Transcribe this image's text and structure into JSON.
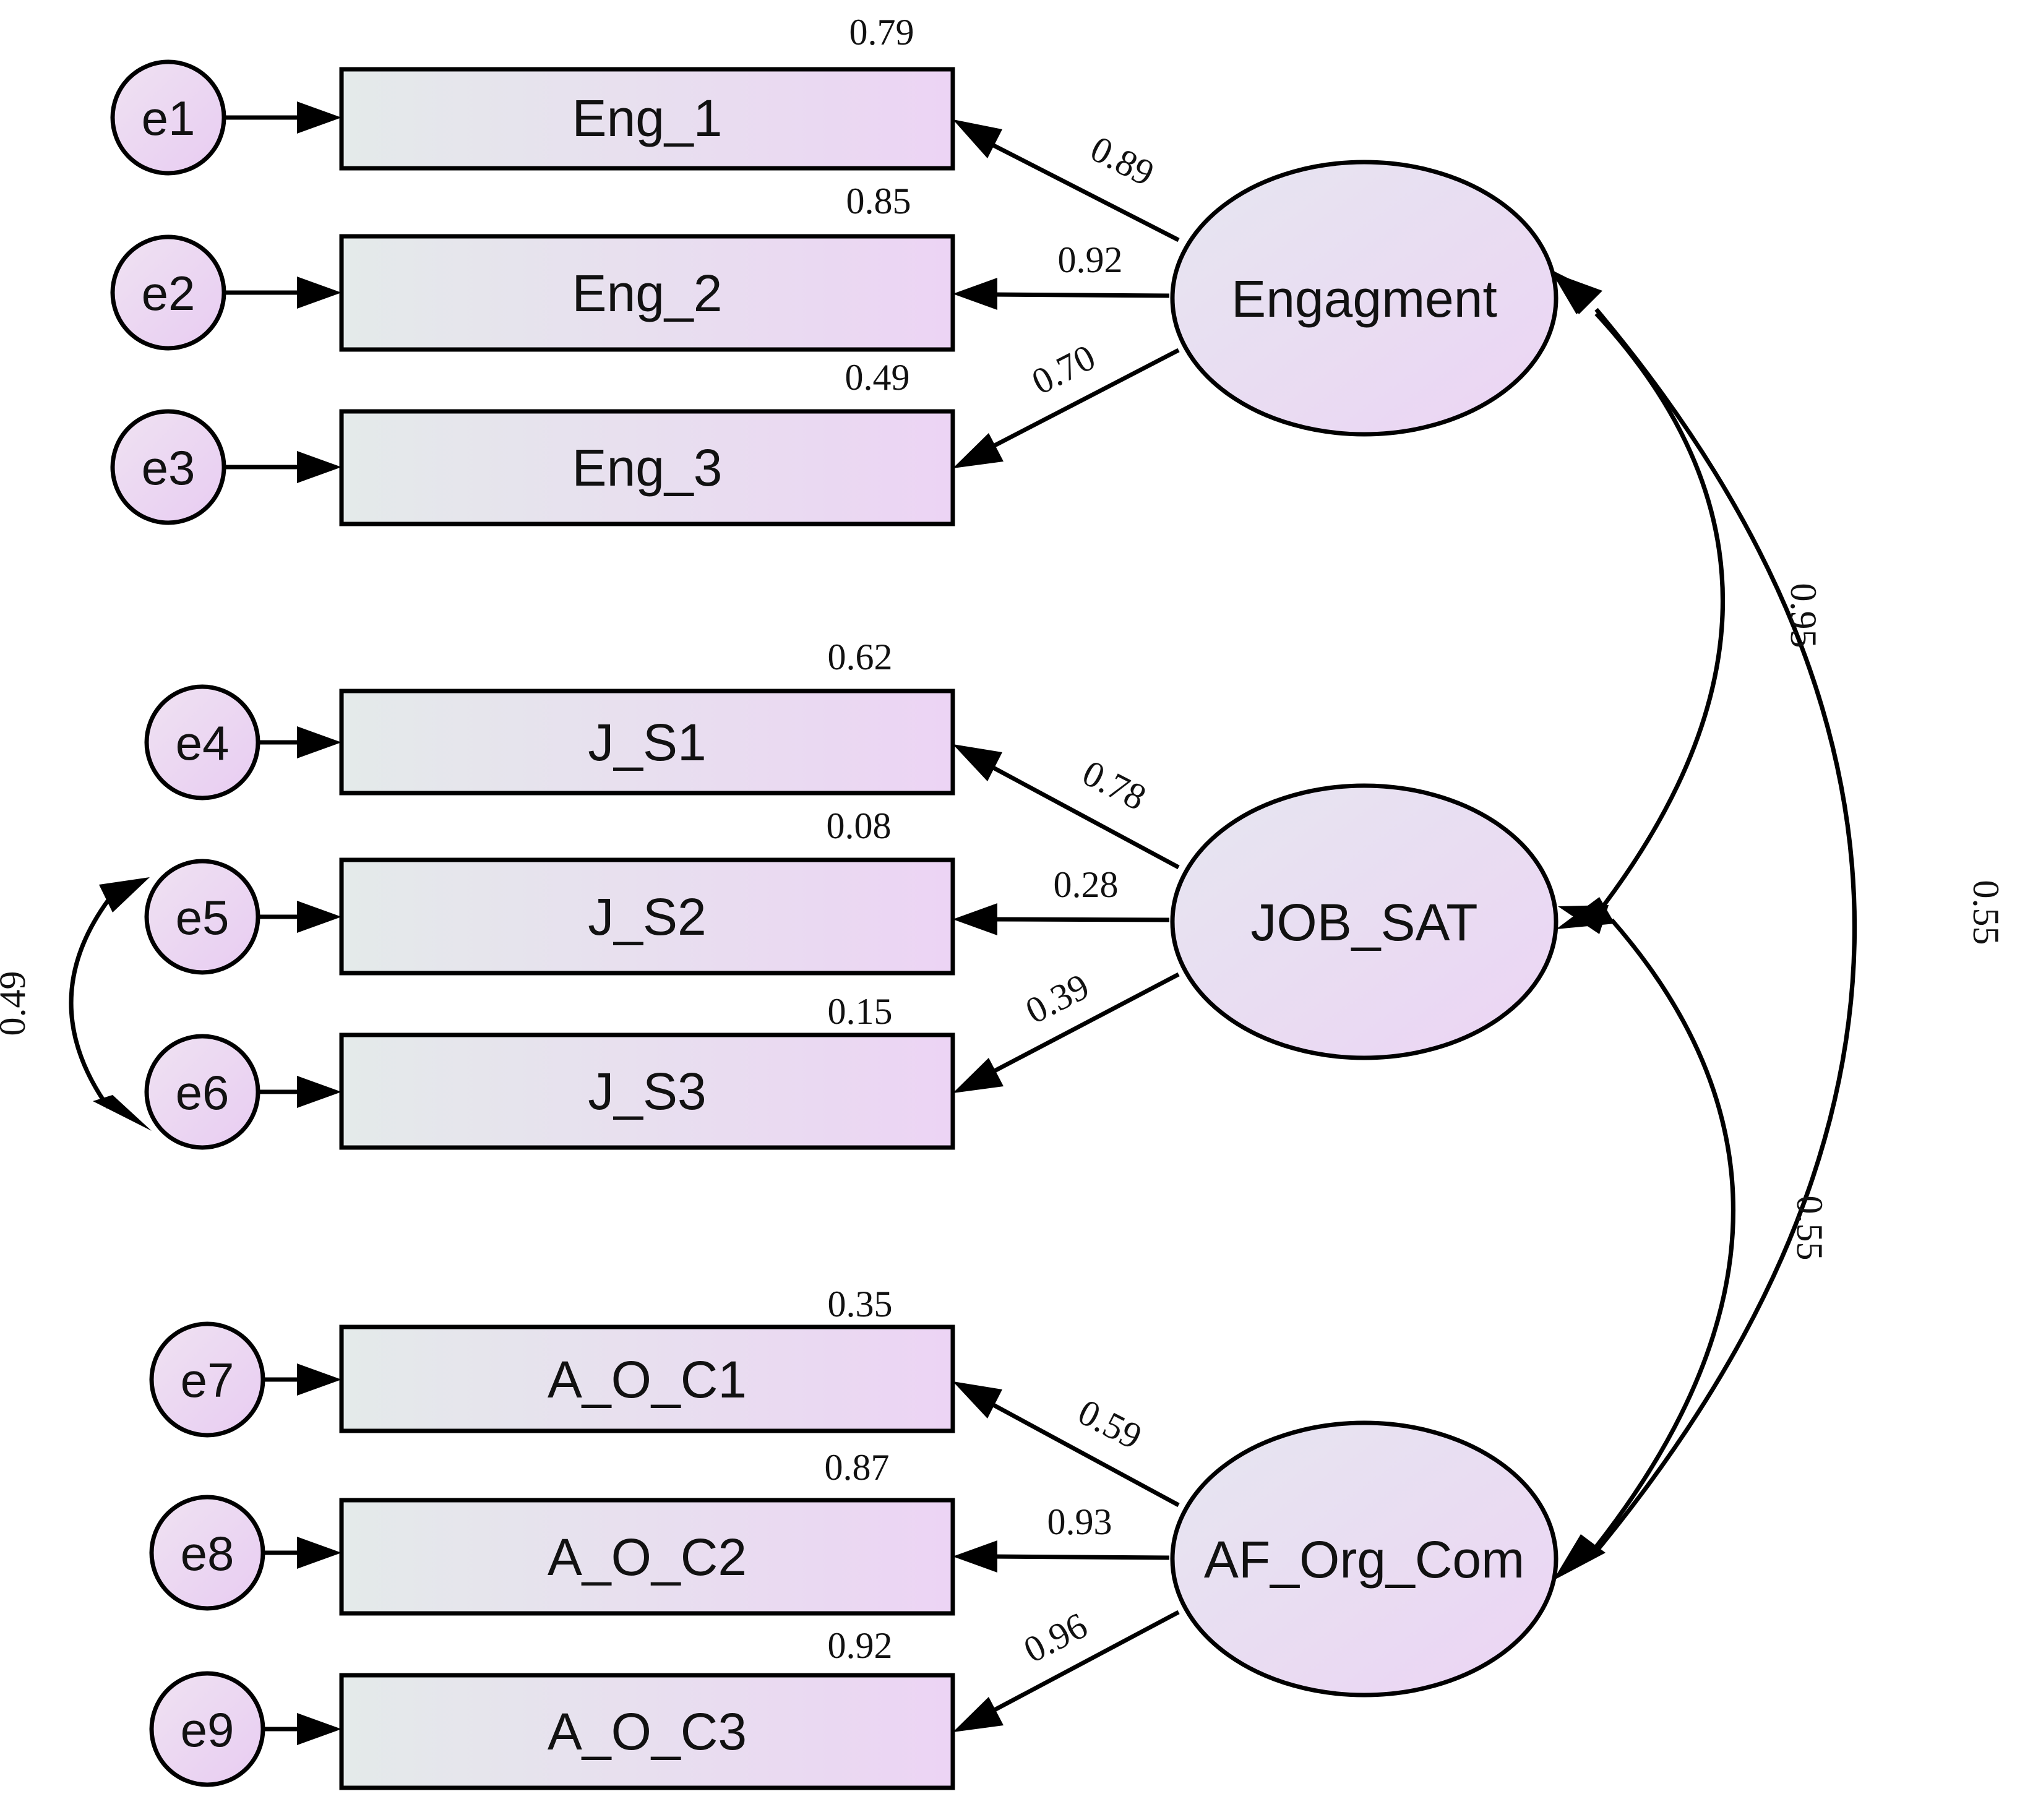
{
  "diagram": {
    "errors": [
      {
        "id": "e1",
        "label": "e1"
      },
      {
        "id": "e2",
        "label": "e2"
      },
      {
        "id": "e3",
        "label": "e3"
      },
      {
        "id": "e4",
        "label": "e4"
      },
      {
        "id": "e5",
        "label": "e5"
      },
      {
        "id": "e6",
        "label": "e6"
      },
      {
        "id": "e7",
        "label": "e7"
      },
      {
        "id": "e8",
        "label": "e8"
      },
      {
        "id": "e9",
        "label": "e9"
      }
    ],
    "indicators": [
      {
        "id": "eng1",
        "label": "Eng_1",
        "r2": "0.79"
      },
      {
        "id": "eng2",
        "label": "Eng_2",
        "r2": "0.85"
      },
      {
        "id": "eng3",
        "label": "Eng_3",
        "r2": "0.49"
      },
      {
        "id": "js1",
        "label": "J_S1",
        "r2": "0.62"
      },
      {
        "id": "js2",
        "label": "J_S2",
        "r2": "0.08"
      },
      {
        "id": "js3",
        "label": "J_S3",
        "r2": "0.15"
      },
      {
        "id": "aoc1",
        "label": "A_O_C1",
        "r2": "0.35"
      },
      {
        "id": "aoc2",
        "label": "A_O_C2",
        "r2": "0.87"
      },
      {
        "id": "aoc3",
        "label": "A_O_C3",
        "r2": "0.92"
      }
    ],
    "latents": [
      {
        "id": "eng",
        "label": "Engagment"
      },
      {
        "id": "js",
        "label": "JOB_SAT"
      },
      {
        "id": "aoc",
        "label": "AF_Org_Com"
      }
    ],
    "loadings": [
      {
        "from": "eng",
        "to": "eng1",
        "value": "0.89"
      },
      {
        "from": "eng",
        "to": "eng2",
        "value": "0.92"
      },
      {
        "from": "eng",
        "to": "eng3",
        "value": "0.70"
      },
      {
        "from": "js",
        "to": "js1",
        "value": "0.78"
      },
      {
        "from": "js",
        "to": "js2",
        "value": "0.28"
      },
      {
        "from": "js",
        "to": "js3",
        "value": "0.39"
      },
      {
        "from": "aoc",
        "to": "aoc1",
        "value": "0.59"
      },
      {
        "from": "aoc",
        "to": "aoc2",
        "value": "0.93"
      },
      {
        "from": "aoc",
        "to": "aoc3",
        "value": "0.96"
      }
    ],
    "covariances": [
      {
        "a": "eng",
        "b": "js",
        "value": "0.95"
      },
      {
        "a": "js",
        "b": "aoc",
        "value": "0.55"
      },
      {
        "a": "eng",
        "b": "aoc",
        "value": "0.55"
      },
      {
        "a": "e5",
        "b": "e6",
        "value": "0.49"
      }
    ],
    "colors": {
      "fill_left": "#e4eaea",
      "fill_right": "#ecd4f4",
      "stroke": "#000000"
    }
  }
}
